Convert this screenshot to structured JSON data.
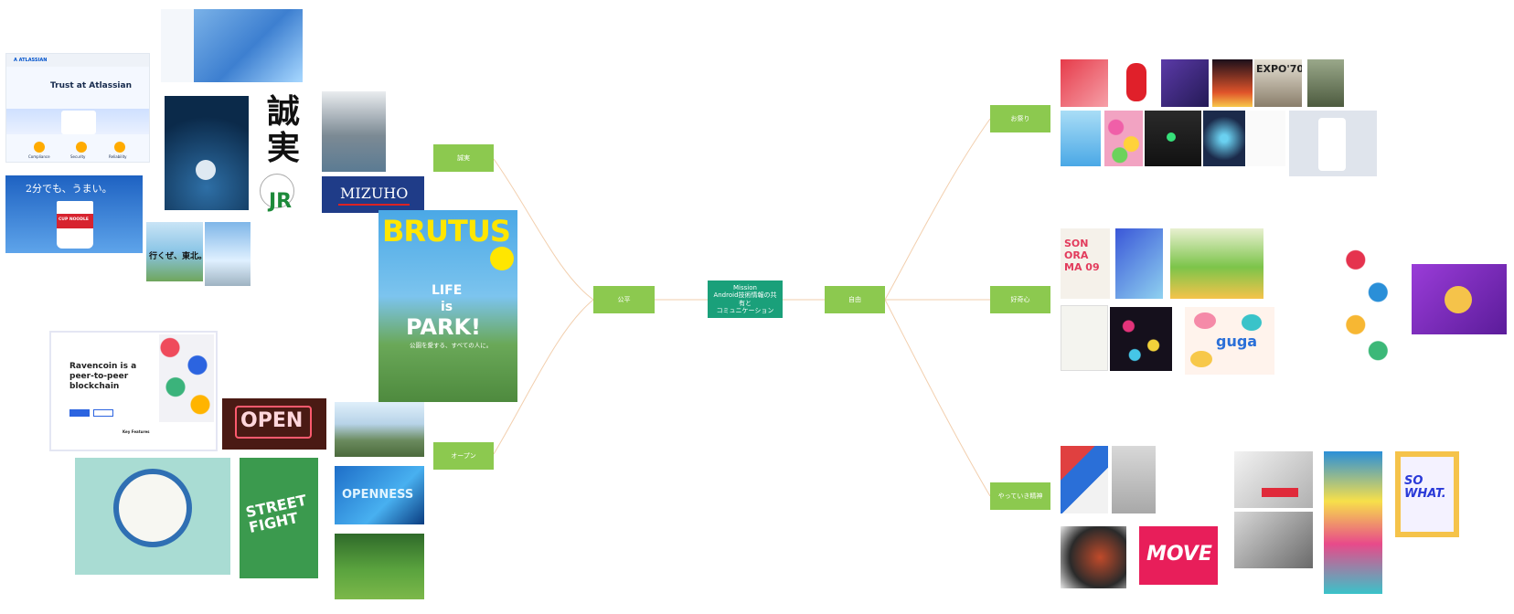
{
  "center": {
    "line1": "Mission",
    "line2": "Android技術情報の共有と",
    "line3": "コミュニケーション"
  },
  "left_hub": "公平",
  "right_hub": "自由",
  "left_leaves": {
    "top": "誠実",
    "bottom": "オープン"
  },
  "right_leaves": {
    "top": "お祭り",
    "middle": "好奇心",
    "bottom": "やっていき精神"
  },
  "images": {
    "atlassian_logo": "A ATLASSIAN",
    "atlassian_title": "Trust at Atlassian",
    "atlassian_items": [
      "Compliance",
      "Security",
      "Reliability"
    ],
    "cupnoodle_text": "2分でも、うまい。",
    "cupnoodle_brand": "CUP NOODLE",
    "tohoku_text": "行くぜ、東北。",
    "kanji_seijitsu": "誠実",
    "jr_logo": "JR",
    "mizuho_logo": "MIZUHO",
    "brutus_title": "BRUTUS",
    "brutus_line1": "LIFE",
    "brutus_line2": "is",
    "brutus_line3": "PARK!",
    "brutus_sub": "公園を愛する、すべての人に。",
    "ravencoin_title": "Ravencoin is a peer-to-peer blockchain",
    "ravencoin_features": "Key Features",
    "open_sign": "OPEN",
    "openness_text": "OPENNESS",
    "street_fight": "STREET FIGHT",
    "expo_text": "EXPO'70",
    "sonorama": "SON ORA MA 09",
    "guga": "guga",
    "move": "MOVE",
    "sowhat": "SO WHAT."
  }
}
